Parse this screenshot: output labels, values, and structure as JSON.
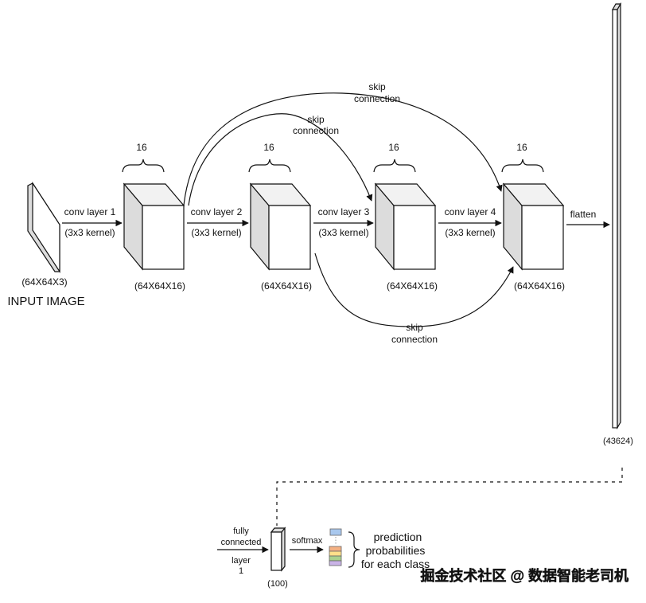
{
  "input": {
    "dims": "(64X64X3)",
    "title": "INPUT IMAGE"
  },
  "conv_layers": [
    {
      "label": "conv layer 1",
      "kernel": "(3x3 kernel)",
      "filters": "16",
      "dims": "(64X64X16)"
    },
    {
      "label": "conv layer 2",
      "kernel": "(3x3 kernel)",
      "filters": "16",
      "dims": "(64X64X16)"
    },
    {
      "label": "conv layer 3",
      "kernel": "(3x3 kernel)",
      "filters": "16",
      "dims": "(64X64X16)"
    },
    {
      "label": "conv layer 4",
      "kernel": "(3x3 kernel)",
      "filters": "16",
      "dims": "(64X64X16)"
    }
  ],
  "skip_connections": [
    {
      "line1": "skip",
      "line2": "connection"
    },
    {
      "line1": "skip",
      "line2": "connection"
    },
    {
      "line1": "skip",
      "line2": "connection"
    }
  ],
  "flatten": {
    "label": "flatten",
    "dims": "(43624)"
  },
  "fully_connected": {
    "label_line1": "fully",
    "label_line2": "connected",
    "label_line3": "layer",
    "label_line4": "1",
    "dims": "(100)"
  },
  "softmax": {
    "label": "softmax"
  },
  "prediction": {
    "line1": "prediction",
    "line2": "probabilities",
    "line3": "for each class"
  },
  "watermark": "掘金技术社区 @ 数据智能老司机",
  "colors": {
    "stroke": "#111111",
    "box_side": "#dcdcdc",
    "softmax_blue": "#a9c8ee",
    "softmax_orange": "#f4b183",
    "softmax_yellow": "#ffe08a",
    "softmax_green": "#a9d18e",
    "softmax_purple": "#c9b3e6"
  }
}
